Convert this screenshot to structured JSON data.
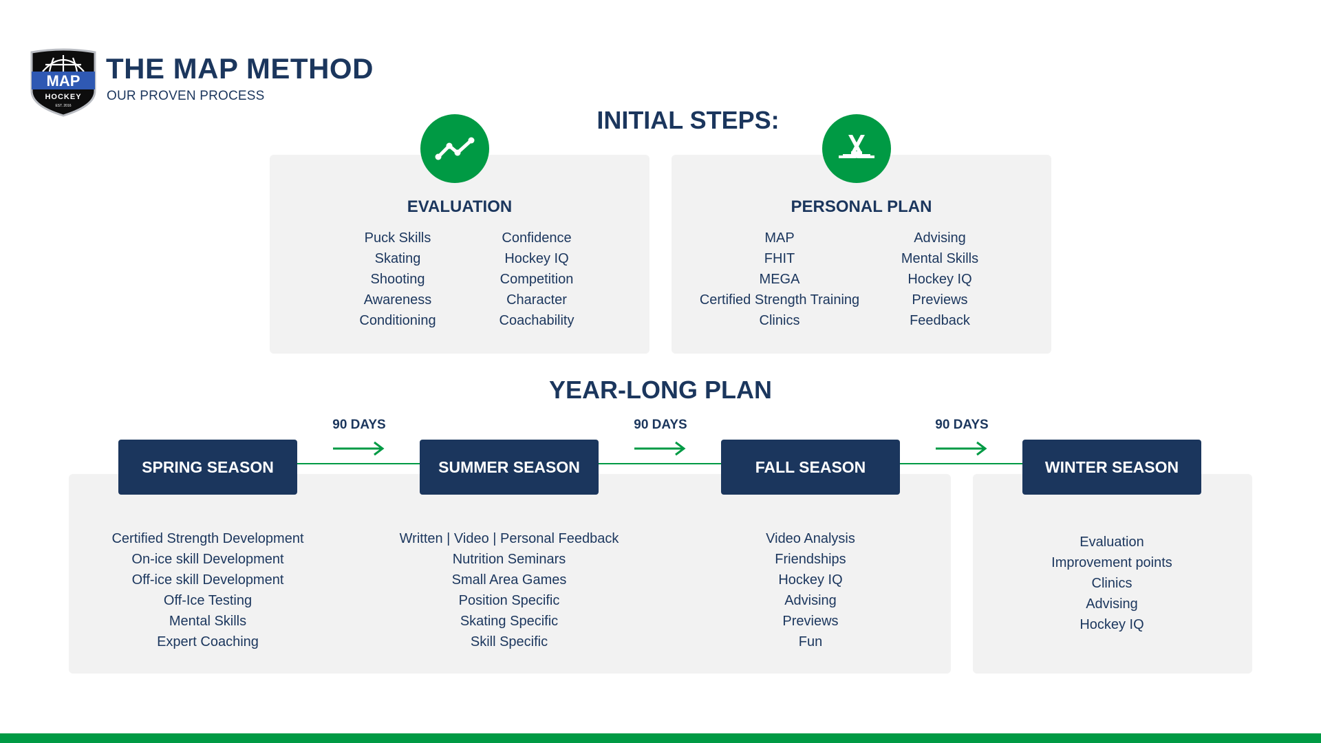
{
  "header": {
    "title": "THE MAP METHOD",
    "subtitle": "OUR PROVEN PROCESS",
    "logo": {
      "brand": "MAP",
      "sub": "HOCKEY",
      "tagline": "EST. 2016"
    }
  },
  "colors": {
    "navy": "#1b365d",
    "green": "#009a44",
    "card": "#f2f2f2"
  },
  "initial_steps": {
    "title": "INITIAL STEPS:",
    "evaluation": {
      "icon": "trend-line-icon",
      "heading": "EVALUATION",
      "left": [
        "Puck Skills",
        "Skating",
        "Shooting",
        "Awareness",
        "Conditioning"
      ],
      "right": [
        "Confidence",
        "Hockey IQ",
        "Competition",
        "Character",
        "Coachability"
      ]
    },
    "personal_plan": {
      "icon": "hockey-sticks-icon",
      "heading": "PERSONAL PLAN",
      "left": [
        "MAP",
        "FHIT",
        "MEGA",
        "Certified Strength Training",
        "Clinics"
      ],
      "right": [
        "Advising",
        "Mental Skills",
        "Hockey IQ",
        "Previews",
        "Feedback"
      ]
    }
  },
  "year_long_plan": {
    "title": "YEAR-LONG PLAN",
    "interval_label": "90 DAYS",
    "seasons": [
      {
        "name": "SPRING SEASON",
        "items": [
          "Certified Strength Development",
          "On-ice skill Development",
          "Off-ice skill Development",
          "Off-Ice Testing",
          "Mental Skills",
          "Expert Coaching"
        ]
      },
      {
        "name": "SUMMER SEASON",
        "items": [
          "Written | Video | Personal Feedback",
          "Nutrition Seminars",
          "Small Area Games",
          "Position Specific",
          "Skating Specific",
          "Skill Specific"
        ]
      },
      {
        "name": "FALL SEASON",
        "items": [
          "Video Analysis",
          "Friendships",
          "Hockey IQ",
          "Advising",
          "Previews",
          "Fun"
        ]
      },
      {
        "name": "WINTER SEASON",
        "items": [
          "Evaluation",
          "Improvement points",
          "Clinics",
          "Advising",
          "Hockey IQ"
        ]
      }
    ]
  }
}
